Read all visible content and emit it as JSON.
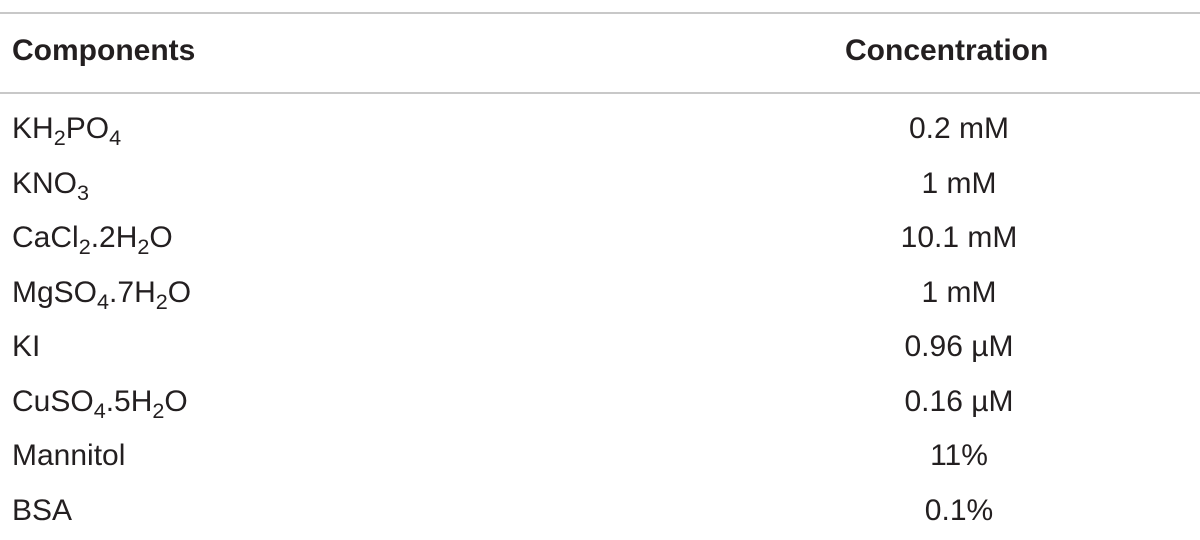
{
  "table": {
    "headers": [
      "Components",
      "Concentration"
    ],
    "rows": [
      {
        "component": [
          [
            "KH",
            ""
          ],
          [
            "2",
            "sub"
          ],
          [
            "PO",
            ""
          ],
          [
            "4",
            "sub"
          ]
        ],
        "component_text": "KH2PO4",
        "concentration": "0.2 mM"
      },
      {
        "component": [
          [
            "KNO",
            ""
          ],
          [
            "3",
            "sub"
          ]
        ],
        "component_text": "KNO3",
        "concentration": "1 mM"
      },
      {
        "component": [
          [
            "CaCl",
            ""
          ],
          [
            "2",
            "sub"
          ],
          [
            ".2H",
            ""
          ],
          [
            "2",
            "sub"
          ],
          [
            "O",
            ""
          ]
        ],
        "component_text": "CaCl2.2H2O",
        "concentration": "10.1 mM"
      },
      {
        "component": [
          [
            "MgSO",
            ""
          ],
          [
            "4",
            "sub"
          ],
          [
            ".7H",
            ""
          ],
          [
            "2",
            "sub"
          ],
          [
            "O",
            ""
          ]
        ],
        "component_text": "MgSO4.7H2O",
        "concentration": "1 mM"
      },
      {
        "component": [
          [
            "KI",
            ""
          ]
        ],
        "component_text": "KI",
        "concentration": "0.96 µM"
      },
      {
        "component": [
          [
            "CuSO",
            ""
          ],
          [
            "4",
            "sub"
          ],
          [
            ".5H",
            ""
          ],
          [
            "2",
            "sub"
          ],
          [
            "O",
            ""
          ]
        ],
        "component_text": "CuSO4.5H2O",
        "concentration": "0.16 µM"
      },
      {
        "component": [
          [
            "Mannitol",
            ""
          ]
        ],
        "component_text": "Mannitol",
        "concentration": "11%"
      },
      {
        "component": [
          [
            "BSA",
            ""
          ]
        ],
        "component_text": "BSA",
        "concentration": "0.1%"
      }
    ]
  }
}
